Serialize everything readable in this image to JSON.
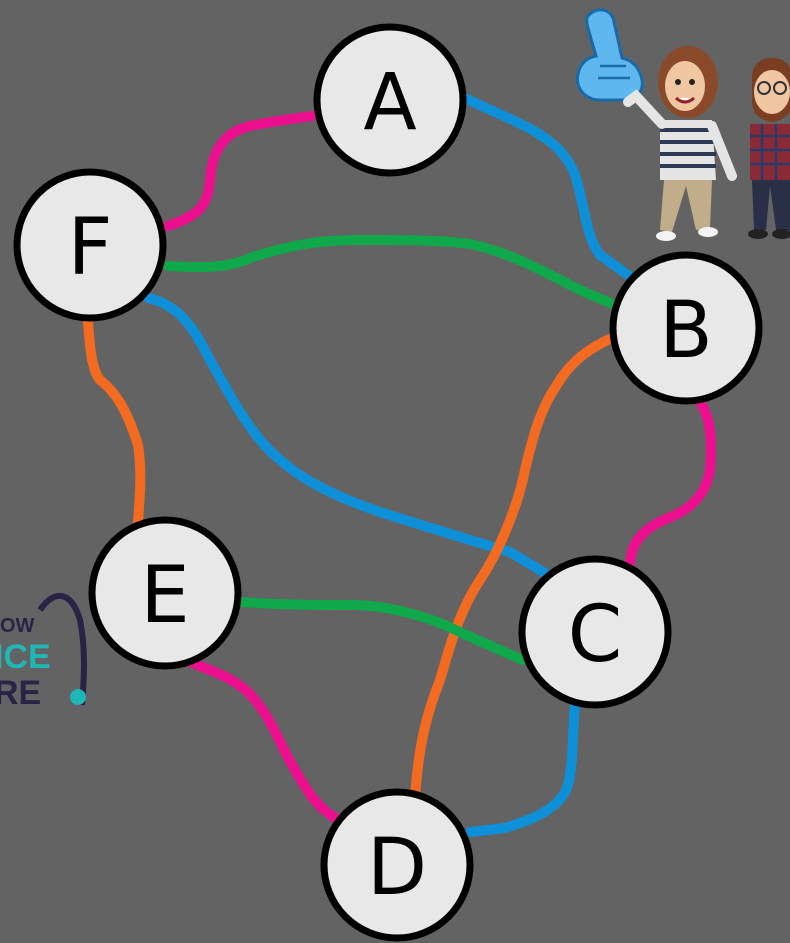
{
  "background": "#636363",
  "nodes": [
    {
      "id": "A",
      "label": "A"
    },
    {
      "id": "B",
      "label": "B"
    },
    {
      "id": "C",
      "label": "C"
    },
    {
      "id": "D",
      "label": "D"
    },
    {
      "id": "E",
      "label": "E"
    },
    {
      "id": "F",
      "label": "F"
    }
  ],
  "edges": [
    {
      "from": "F",
      "to": "A",
      "color": "pink"
    },
    {
      "from": "A",
      "to": "B",
      "color": "blue"
    },
    {
      "from": "F",
      "to": "B",
      "color": "green"
    },
    {
      "from": "F",
      "to": "C",
      "color": "blue"
    },
    {
      "from": "F",
      "to": "E",
      "color": "orange"
    },
    {
      "from": "B",
      "to": "C",
      "color": "pink"
    },
    {
      "from": "B",
      "to": "D",
      "color": "orange"
    },
    {
      "from": "E",
      "to": "C",
      "color": "green"
    },
    {
      "from": "E",
      "to": "D",
      "color": "pink"
    },
    {
      "from": "C",
      "to": "D",
      "color": "blue"
    }
  ],
  "colors": {
    "pink": "#ec108e",
    "blue": "#0e90d8",
    "green": "#0fa84a",
    "orange": "#f26b21",
    "node_fill": "#e8e8e8",
    "node_stroke": "#000000"
  },
  "logo": {
    "line1": "OW",
    "line2": "ICE",
    "line3": "RE"
  }
}
